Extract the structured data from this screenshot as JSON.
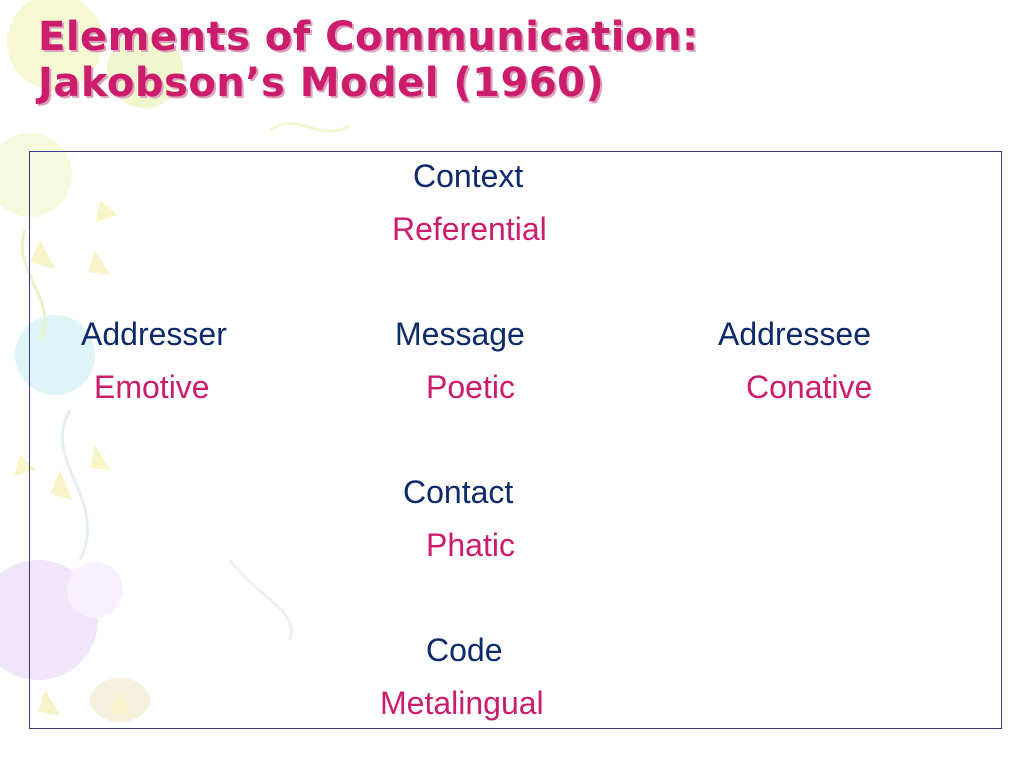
{
  "slide": {
    "title_line1": "Elements of Communication:",
    "title_line2": "Jakobson’s Model (1960)",
    "colors": {
      "title": "#cc1c6c",
      "element": "#0d2a6b",
      "function": "#cc1c6c",
      "border": "#3a3a8a"
    }
  },
  "model": {
    "context": {
      "element": "Context",
      "function": "Referential"
    },
    "addresser": {
      "element": "Addresser",
      "function": "Emotive"
    },
    "message": {
      "element": "Message",
      "function": "Poetic"
    },
    "addressee": {
      "element": "Addressee",
      "function": "Conative"
    },
    "contact": {
      "element": "Contact",
      "function": "Phatic"
    },
    "code": {
      "element": "Code",
      "function": "Metalingual"
    }
  }
}
